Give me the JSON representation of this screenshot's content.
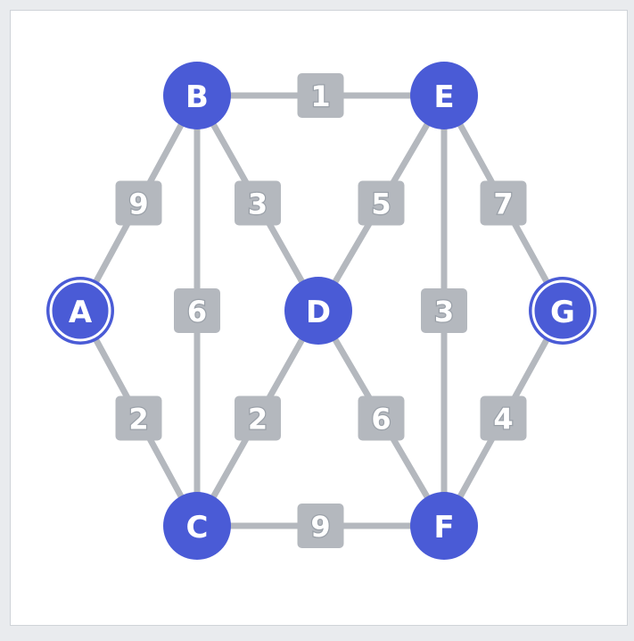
{
  "colors": {
    "background": "#ffffff",
    "edge": "#b4b8be",
    "weight_box": "#b4b8be",
    "weight_text": "#ffffff",
    "weight_text_outline": "#9aa0a8",
    "node_fill": "#4a5bd6",
    "node_text": "#ffffff",
    "terminal_ring": "#4a5bd6"
  },
  "graph": {
    "nodes": [
      {
        "id": "A",
        "label": "A",
        "terminal": true
      },
      {
        "id": "B",
        "label": "B",
        "terminal": false
      },
      {
        "id": "C",
        "label": "C",
        "terminal": false
      },
      {
        "id": "D",
        "label": "D",
        "terminal": false
      },
      {
        "id": "E",
        "label": "E",
        "terminal": false
      },
      {
        "id": "F",
        "label": "F",
        "terminal": false
      },
      {
        "id": "G",
        "label": "G",
        "terminal": true
      }
    ],
    "edges": [
      {
        "from": "B",
        "to": "E",
        "weight": "1"
      },
      {
        "from": "A",
        "to": "B",
        "weight": "9"
      },
      {
        "from": "B",
        "to": "D",
        "weight": "3"
      },
      {
        "from": "D",
        "to": "E",
        "weight": "5"
      },
      {
        "from": "E",
        "to": "G",
        "weight": "7"
      },
      {
        "from": "B",
        "to": "C",
        "weight": "6"
      },
      {
        "from": "E",
        "to": "F",
        "weight": "3"
      },
      {
        "from": "A",
        "to": "C",
        "weight": "2"
      },
      {
        "from": "C",
        "to": "D",
        "weight": "2"
      },
      {
        "from": "D",
        "to": "F",
        "weight": "6"
      },
      {
        "from": "F",
        "to": "G",
        "weight": "4"
      },
      {
        "from": "C",
        "to": "F",
        "weight": "9"
      }
    ]
  }
}
